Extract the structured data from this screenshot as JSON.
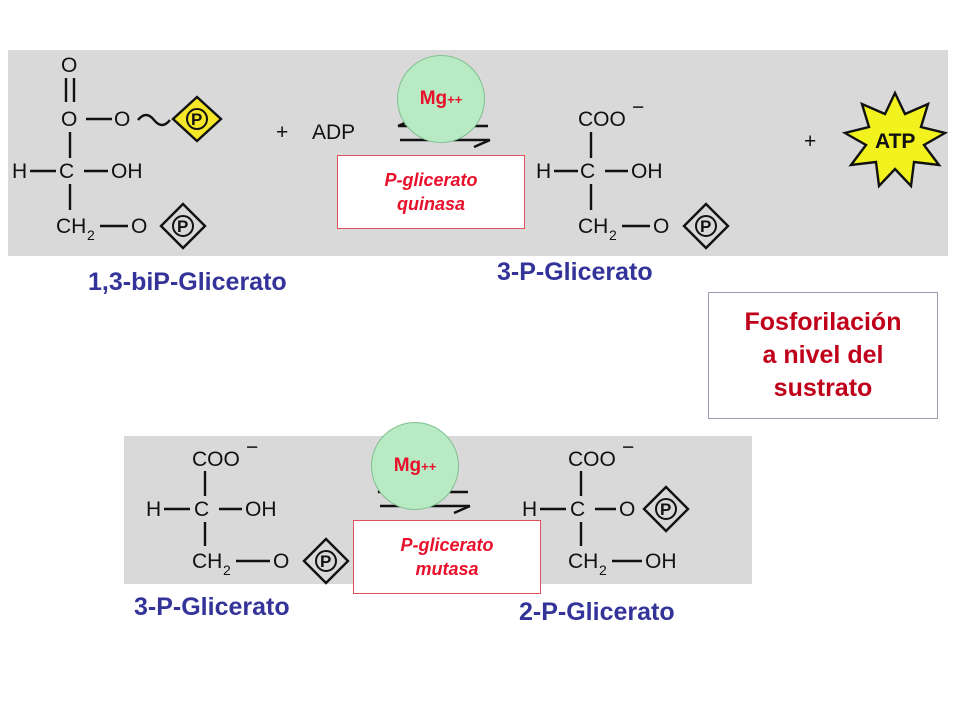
{
  "reaction1": {
    "substrate_label": "1,3-biP-Glicerato",
    "product_label": "3-P-Glicerato",
    "cofactor": "ADP",
    "plus": "+",
    "product2": "ATP",
    "enzyme": {
      "line1": "P-glicerato",
      "line2": "quinasa"
    },
    "ion": {
      "symbol": "Mg",
      "charge": "++"
    }
  },
  "reaction2": {
    "substrate_label": "3-P-Glicerato",
    "product_label": "2-P-Glicerato",
    "enzyme": {
      "line1": "P-glicerato",
      "line2": "mutasa"
    },
    "ion": {
      "symbol": "Mg",
      "charge": "++"
    }
  },
  "callout": {
    "line1": "Fosforilación",
    "line2": "a nivel del",
    "line3": "sustrato"
  },
  "chem": {
    "o": "O",
    "h": "H",
    "c": "C",
    "oh": "OH",
    "coo": "COO",
    "minus": "−",
    "ch": "CH",
    "two": "2",
    "p": "P"
  },
  "colors": {
    "panel": "#d9d9d9",
    "phosphate_yellow": "#f5e62a",
    "atp_yellow": "#f2f21e",
    "label_blue": "#333399",
    "enzyme_red": "#e8102b",
    "mg_green": "#b8ebc4",
    "callout_red": "#c0001a"
  }
}
